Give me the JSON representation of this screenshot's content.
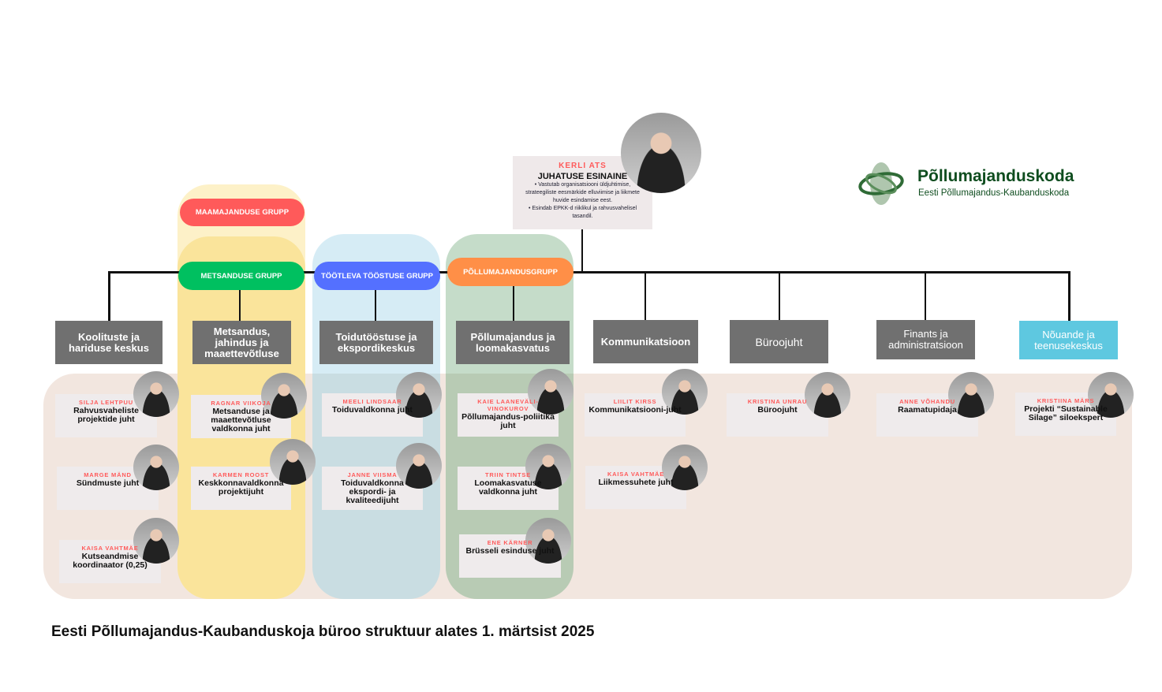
{
  "head": {
    "name": "KERLI ATS",
    "title": "JUHATUSE ESINAINE",
    "bullets": [
      "• Vastutab organisatsiooni üldjuhtimise, strateegiliste eesmärkide elluviimise ja liikmete huvide esindamise eest.",
      "• Esindab EPKK-d riiklikul ja rahvusvahelisel tasandil."
    ]
  },
  "logo": {
    "name": "Põllumajanduskoda",
    "subtitle": "Eesti Põllumajandus-Kaubanduskoda",
    "color": "#0f4d1f"
  },
  "groups": [
    {
      "label": "MAAMAJANDUSE GRUPP",
      "color": "#ff5a5a"
    },
    {
      "label": "METSANDUSE GRUPP",
      "color": "#00c060"
    },
    {
      "label": "TÖÖTLEVA TÖÖSTUSE GRUPP",
      "color": "#5470ff"
    },
    {
      "label": "PÕLLUMAJANDUSGRUPP",
      "color": "#ff8f47"
    }
  ],
  "departments": [
    "Koolituste ja hariduse keskus",
    "Metsandus, jahindus ja maaettevõtluse",
    "Toidutööstuse ja ekspordikeskus",
    "Põllumajandus ja loomakasvatus",
    "Kommunikatsioon",
    "Büroojuht",
    "Finants ja administratsioon",
    "Nõuande ja teenusekeskus"
  ],
  "people": [
    {
      "name": "SILJA LEHTPUU",
      "title": "Rahvusvaheliste projektide juht"
    },
    {
      "name": "MARGE MÄND",
      "title": "Sündmuste juht"
    },
    {
      "name": "KAISA VAHTMÄE",
      "title": "Kutseandmise koordinaator (0,25)"
    },
    {
      "name": "RAGNAR VIIKOJA",
      "title": "Metsanduse ja maaettevõtluse valdkonna juht"
    },
    {
      "name": "KARMEN ROOST",
      "title": "Keskkonnavaldkonna projektijuht"
    },
    {
      "name": "MEELI LINDSAAR",
      "title": "Toiduvaldkonna juht"
    },
    {
      "name": "JANNE VIISMA",
      "title": "Toiduvaldkonna ekspordi- ja kvaliteedijuht"
    },
    {
      "name": "KAIE LAANEVÄLI-VINOKUROV",
      "title": "Põllumajandus-poliitika juht"
    },
    {
      "name": "TRIIN TINTSE",
      "title": "Loomakasvatuse valdkonna juht"
    },
    {
      "name": "ENE KÄRNER",
      "title": "Brüsseli esinduse juht"
    },
    {
      "name": "LIILIT KIRSS",
      "title": "Kommunikatsiooni-juht"
    },
    {
      "name": "KAISA VAHTMÄE",
      "title": "Liikmessuhete juht"
    },
    {
      "name": "KRISTINA UNRAU",
      "title": "Büroojuht"
    },
    {
      "name": "ANNE VÕHANDU",
      "title": "Raamatupidaja"
    },
    {
      "name": "KRISTIINA MÄRS",
      "title": "Projekti “Sustainable Silage” siloekspert"
    }
  ],
  "caption": "Eesti Põllumajandus-Kaubanduskoja büroo struktuur alates 1. märtsist 2025"
}
